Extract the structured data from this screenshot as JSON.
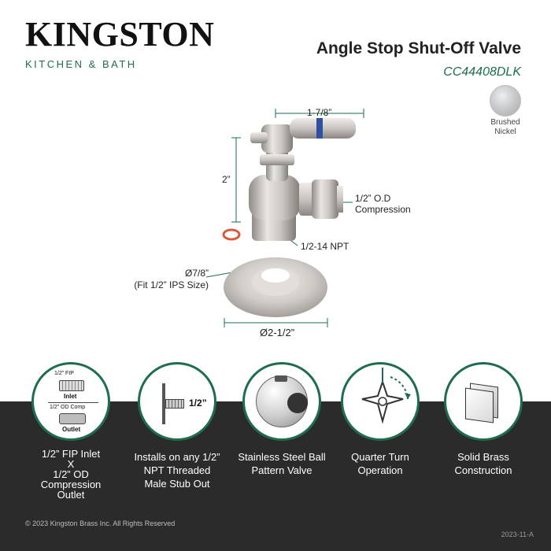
{
  "brand": {
    "name": "KINGSTON",
    "tagline": "KITCHEN & BATH"
  },
  "product": {
    "title": "Angle Stop Shut-Off Valve",
    "model": "CC44408DLK",
    "finish_label_line1": "Brushed",
    "finish_label_line2": "Nickel"
  },
  "dimensions": {
    "width": "1-7/8”",
    "height": "2”",
    "outlet_line1": "1/2” O.D",
    "outlet_line2": "Compression",
    "inlet": "1/2-14 NPT",
    "flange_hole_line1": "Ø7/8”",
    "flange_hole_line2": "(Fit 1/2” IPS Size)",
    "flange_diameter": "Ø2-1/2”"
  },
  "features": [
    {
      "icon": "fip-inlet-od-outlet-icon",
      "icon_text": {
        "top": "1/2” FIP",
        "inlet": "Inlet",
        "middle": "1/2” OD Comp",
        "outlet": "Outlet"
      },
      "line1": "1/2” FIP Inlet",
      "line2": "X",
      "line3": "1/2” OD",
      "line4": "Compression",
      "line5": "Outlet"
    },
    {
      "icon": "stub-out-icon",
      "icon_text": "1/2”",
      "line1": "Installs on any 1/2”",
      "line2": "NPT Threaded",
      "line3": "Male Stub Out"
    },
    {
      "icon": "steel-ball-icon",
      "line1": "Stainless Steel Ball",
      "line2": "Pattern Valve"
    },
    {
      "icon": "quarter-turn-icon",
      "line1": "Quarter Turn",
      "line2": "Operation"
    },
    {
      "icon": "solid-brass-icon",
      "line1": "Solid Brass",
      "line2": "Construction"
    }
  ],
  "footer": {
    "copyright": "© 2023 Kingston Brass Inc. All Rights Reserved",
    "code": "2023-11-A"
  },
  "colors": {
    "brand_green": "#1e6d4d",
    "band": "#2b2b2b",
    "nickel": "#c9c6c2"
  }
}
